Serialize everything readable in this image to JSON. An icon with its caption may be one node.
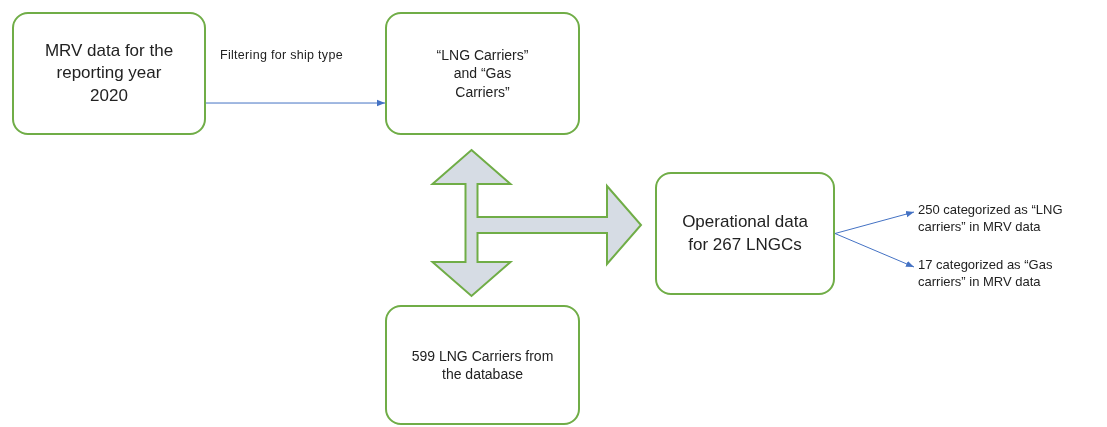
{
  "diagram": {
    "nodes": [
      {
        "text": [
          "MRV data for the reporting year 2020"
        ]
      },
      {
        "text": [
          "“LNG Carriers” and “Gas Carriers”"
        ]
      },
      {
        "text": [
          "Operational data for 267 LNGCs"
        ]
      },
      {
        "text": [
          "599 LNG Carriers from the database"
        ]
      },
      {
        "text": [
          "250 categorized as “LNG carriers” in MRV data"
        ]
      },
      {
        "text": [
          "17 categorized as “Gas carriers” in MRV data"
        ]
      }
    ],
    "edges": [
      {
        "from": 0,
        "to": 1,
        "arrow": "to",
        "label": "Filtering for ship type"
      },
      {
        "from": 1,
        "to": 3,
        "arrow": "both",
        "style": "thick"
      },
      {
        "from": 1,
        "to": 2,
        "arrow": "to",
        "style": "thick"
      },
      {
        "from": 3,
        "to": 2,
        "arrow": "to",
        "style": "thick"
      },
      {
        "from": 2,
        "to": 4,
        "arrow": "to"
      },
      {
        "from": 2,
        "to": 5,
        "arrow": "to"
      }
    ]
  }
}
